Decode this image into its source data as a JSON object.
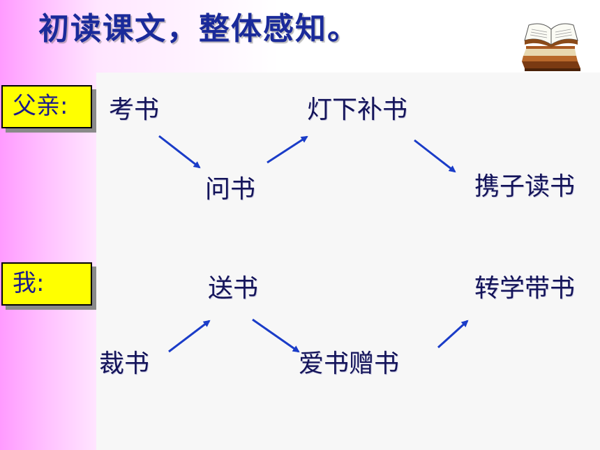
{
  "title": "初读课文，整体感知。",
  "labels": {
    "father": "父亲:",
    "me": "我:"
  },
  "father_words": {
    "w1": "考书",
    "w2": "问书",
    "w3": "灯下补书",
    "w4": "携子读书"
  },
  "me_words": {
    "w1": "裁书",
    "w2": "送书",
    "w3": "爱书赠书",
    "w4": "转学带书"
  },
  "colors": {
    "title": "#1a2a9a",
    "label_bg": "#ffff00",
    "arrow": "#1a3cc8",
    "text": "#14145a"
  },
  "icons": [
    "book-stack-icon"
  ]
}
